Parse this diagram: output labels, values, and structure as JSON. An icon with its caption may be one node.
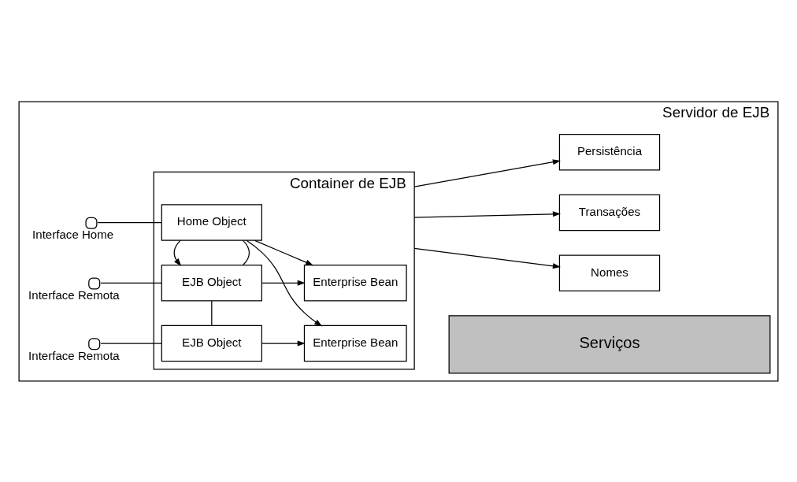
{
  "diagram": {
    "nodes": [
      {
        "text": [
          "Servidor de EJB"
        ]
      },
      {
        "text": [
          "Container de EJB"
        ],
        "in": 0
      },
      {
        "text": [
          "Home Object"
        ],
        "in": 1
      },
      {
        "text": [
          "Interface Home"
        ],
        "in": 0
      },
      {
        "text": [
          "EJB Object"
        ],
        "in": 1
      },
      {
        "text": [
          "Interface Remota"
        ],
        "in": 0
      },
      {
        "text": [
          "EJB Object"
        ],
        "in": 1
      },
      {
        "text": [
          "Interface Remota"
        ],
        "in": 0
      },
      {
        "text": [
          "Enterprise Bean"
        ],
        "in": 1
      },
      {
        "text": [
          "Enterprise Bean"
        ],
        "in": 1
      },
      {
        "text": [
          "Nomes"
        ],
        "in": 0
      },
      {
        "text": [
          "Transações"
        ],
        "in": 0
      },
      {
        "text": [
          "Persistência"
        ],
        "in": 0
      },
      {
        "text": [
          "Serviços"
        ],
        "in": 0
      }
    ],
    "edges": [
      {
        "from": 3,
        "to": 2,
        "arrow": "none"
      },
      {
        "from": 5,
        "to": 4,
        "arrow": "none"
      },
      {
        "from": 7,
        "to": 6,
        "arrow": "none"
      },
      {
        "from": 2,
        "to": 4,
        "arrow": "none"
      },
      {
        "from": 4,
        "to": 6,
        "arrow": "none"
      },
      {
        "from": 2,
        "to": 8,
        "arrow": "to"
      },
      {
        "from": 2,
        "to": 4,
        "arrow": "to"
      },
      {
        "from": 2,
        "to": 9,
        "arrow": "to"
      },
      {
        "from": 4,
        "to": 8,
        "arrow": "to"
      },
      {
        "from": 6,
        "to": 9,
        "arrow": "to"
      },
      {
        "from": 1,
        "to": 10,
        "arrow": "to"
      },
      {
        "from": 1,
        "to": 11,
        "arrow": "to"
      },
      {
        "from": 1,
        "to": 12,
        "arrow": "to"
      }
    ]
  }
}
